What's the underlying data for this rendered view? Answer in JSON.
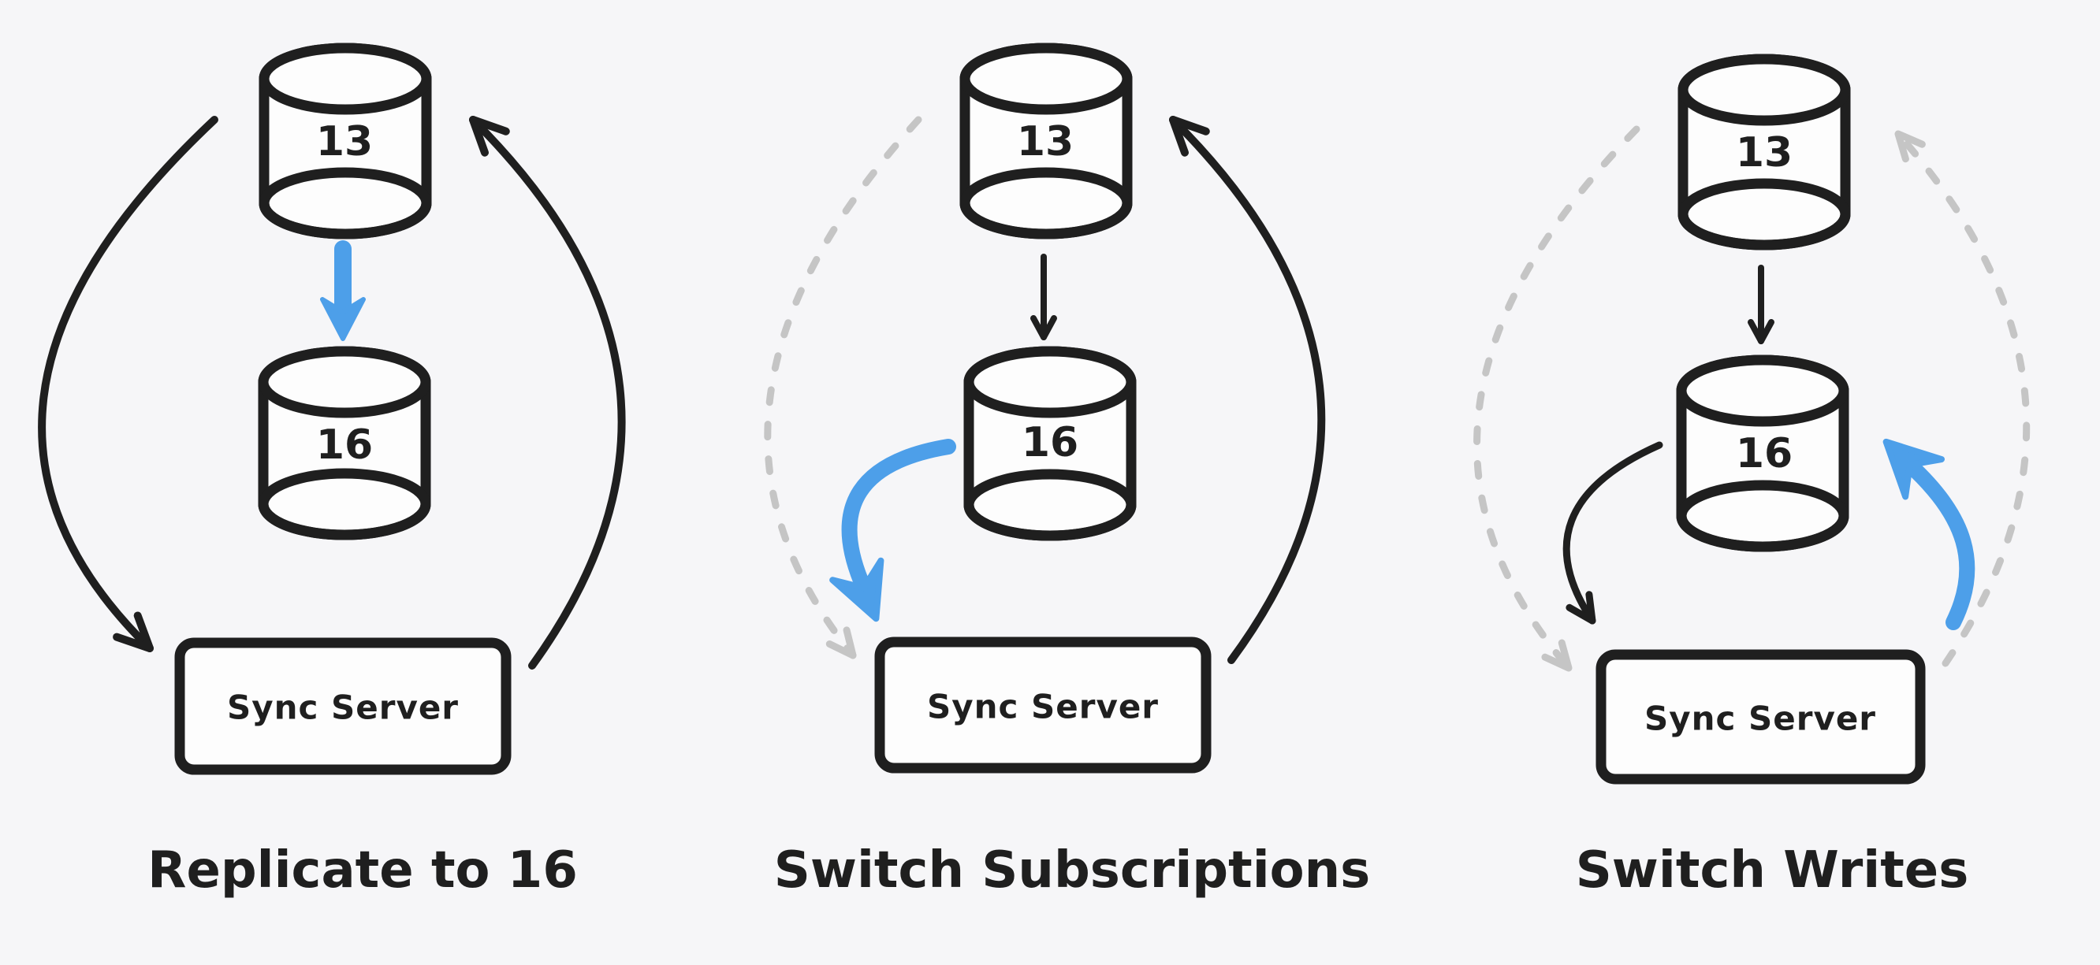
{
  "colors": {
    "bg": "#f6f6f8",
    "ink": "#1f1f1f",
    "accent": "#4d9fe9",
    "muted": "#c5c5c5",
    "fill": "#fdfdfd"
  },
  "diagram": {
    "description": "Three-step hand-drawn diagram of migrating a database via a sync server",
    "panels": [
      {
        "title": "Replicate to 16",
        "top_db": "13",
        "bottom_db": "16",
        "server": "Sync Server",
        "arrows": {
          "db13_to_db16": "highlighted-blue",
          "db13_to_server_loop": "active-solid",
          "server_to_db13_loop": "active-solid"
        }
      },
      {
        "title": "Switch Subscriptions",
        "top_db": "13",
        "bottom_db": "16",
        "server": "Sync Server",
        "arrows": {
          "db13_to_db16": "active-solid",
          "db13_to_server_loop": "inactive-dashed",
          "server_to_db13_loop": "active-solid",
          "db16_to_server": "highlighted-blue"
        }
      },
      {
        "title": "Switch Writes",
        "top_db": "13",
        "bottom_db": "16",
        "server": "Sync Server",
        "arrows": {
          "db13_to_db16": "active-solid",
          "db13_to_server_loop": "inactive-dashed",
          "server_to_db13_loop": "inactive-dashed",
          "db16_to_server": "active-solid",
          "server_to_db16": "highlighted-blue"
        }
      }
    ]
  }
}
